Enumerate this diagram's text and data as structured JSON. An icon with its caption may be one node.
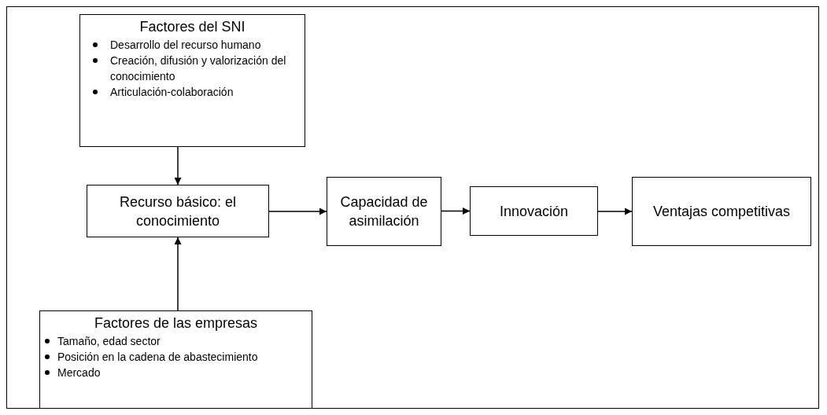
{
  "diagram": {
    "nodes": [
      {
        "text": [
          "Factores del SNI",
          "Desarrollo del recurso humano",
          "Creación, difusión y valorización del conocimiento",
          "Articulación-colaboración"
        ]
      },
      {
        "text": [
          "Recurso básico: el conocimiento"
        ]
      },
      {
        "text": [
          "Capacidad de asimilación"
        ]
      },
      {
        "text": [
          "Innovación"
        ]
      },
      {
        "text": [
          "Ventajas competitivas"
        ]
      },
      {
        "text": [
          "Factores de las empresas",
          "Tamaño, edad sector",
          "Posición en la cadena de abastecimiento",
          "Mercado"
        ]
      }
    ],
    "edges": [
      {
        "from": 0,
        "to": 1,
        "arrow": "to"
      },
      {
        "from": 5,
        "to": 1,
        "arrow": "to"
      },
      {
        "from": 1,
        "to": 2,
        "arrow": "to"
      },
      {
        "from": 2,
        "to": 3,
        "arrow": "to"
      },
      {
        "from": 3,
        "to": 4,
        "arrow": "to"
      }
    ]
  }
}
